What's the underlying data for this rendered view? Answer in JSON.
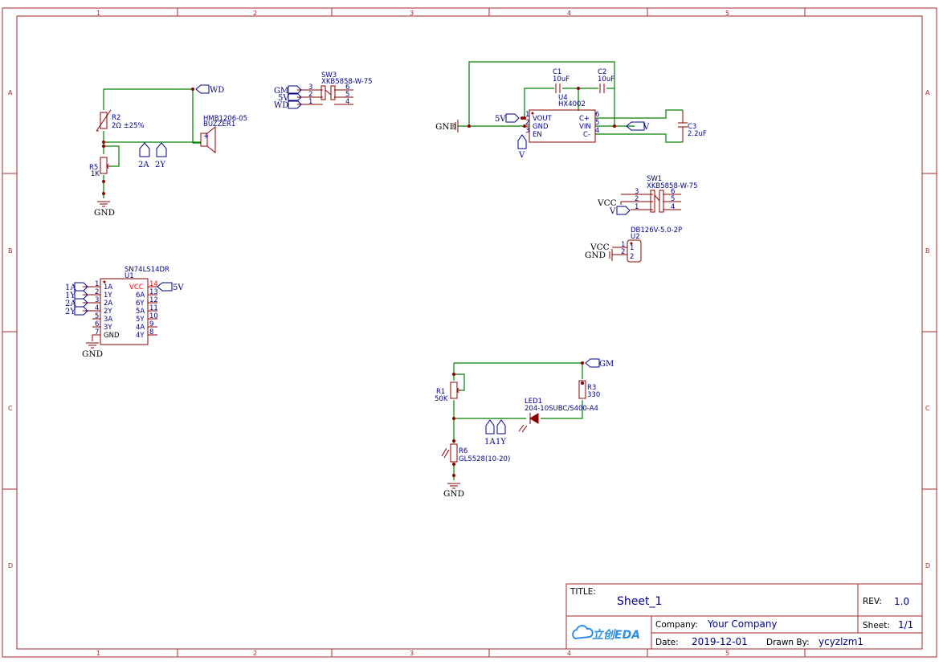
{
  "zones": {
    "cols": [
      "1",
      "2",
      "3",
      "4",
      "5"
    ],
    "rows": [
      "A",
      "B",
      "C",
      "D"
    ]
  },
  "nets": {
    "wd": "WD",
    "gnd": "GND",
    "a2": "2A",
    "y2": "2Y",
    "gm": "GM",
    "v5": "5V",
    "v": "V",
    "vcc": "VCC",
    "a1": "1A",
    "y1": "1Y"
  },
  "parts": {
    "r2": {
      "ref": "R2",
      "val": "2Ω ±25%"
    },
    "r5": {
      "ref": "R5",
      "val": "1K"
    },
    "buzzer": {
      "ref": "HMB1206-05",
      "val": "BUZZER1",
      "plus": "+"
    },
    "sw3": {
      "ref": "SW3",
      "val": "XKB5858-W-75",
      "pins": [
        "3",
        "2",
        "1",
        "6",
        "5",
        "4"
      ]
    },
    "c1": {
      "ref": "C1",
      "val": "10uF"
    },
    "c2": {
      "ref": "C2",
      "val": "10uF"
    },
    "c3": {
      "ref": "C3",
      "val": "2.2uF"
    },
    "u4": {
      "ref": "U4",
      "val": "HX4002",
      "left": [
        "VOUT",
        "GND",
        "EN"
      ],
      "right": [
        "C+",
        "VIN",
        "C-"
      ],
      "lpins": [
        "1",
        "2",
        "3"
      ],
      "rpins": [
        "6",
        "5",
        "4"
      ]
    },
    "sw1": {
      "ref": "SW1",
      "val": "XKB5858-W-75",
      "pins": [
        "3",
        "2",
        "1",
        "6",
        "5",
        "4"
      ]
    },
    "u2": {
      "ref": "U2",
      "val": "DB126V-5.0-2P",
      "pins": [
        "1",
        "2"
      ],
      "inner": [
        "1",
        "2"
      ]
    },
    "u1": {
      "ref": "U1",
      "val": "SN74LS14DR",
      "left": [
        "1A",
        "1Y",
        "2A",
        "2Y",
        "3A",
        "3Y",
        "GND"
      ],
      "right": [
        "VCC",
        "6A",
        "6Y",
        "5A",
        "5Y",
        "4A",
        "4Y"
      ],
      "lpins": [
        "1",
        "2",
        "3",
        "4",
        "5",
        "6",
        "7"
      ],
      "rpins": [
        "14",
        "13",
        "12",
        "11",
        "10",
        "9",
        "8"
      ]
    },
    "r1": {
      "ref": "R1",
      "val": "50K"
    },
    "r3": {
      "ref": "R3",
      "val": "330"
    },
    "led1": {
      "ref": "LED1",
      "val": "204-10SUBC/S400-A4"
    },
    "r6": {
      "ref": "R6",
      "val": "GL5528(10-20)"
    }
  },
  "title_block": {
    "title_label": "TITLE:",
    "title": "Sheet_1",
    "rev_label": "REV:",
    "rev": "1.0",
    "company_label": "Company:",
    "company": "Your Company",
    "sheet_label": "Sheet:",
    "sheet": "1/1",
    "date_label": "Date:",
    "date": "2019-12-01",
    "drawn_label": "Drawn By:",
    "drawn": "ycyzlzm1",
    "logo_text": "立创EDA"
  },
  "colors": {
    "frame": "#a52a2a",
    "wire": "#008000",
    "part": "#8b0000",
    "label": "#00008b"
  }
}
